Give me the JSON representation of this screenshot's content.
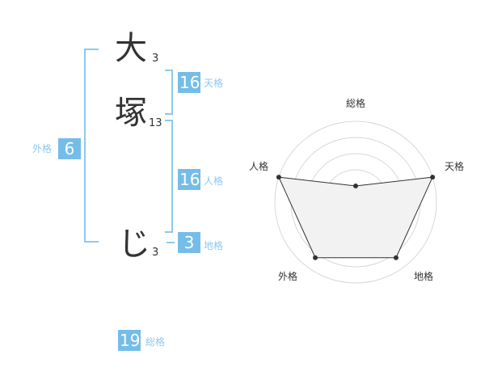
{
  "name_chars": [
    {
      "char": "大",
      "strokes": "3"
    },
    {
      "char": "塚",
      "strokes": "13"
    },
    {
      "char": "じ",
      "strokes": "3"
    }
  ],
  "kakusu": {
    "tenkaku": {
      "value": "16",
      "label": "天格"
    },
    "jinkaku": {
      "value": "16",
      "label": "人格"
    },
    "chikaku": {
      "value": "3",
      "label": "地格"
    },
    "gaikaku": {
      "value": "6",
      "label": "外格"
    },
    "soukaku": {
      "value": "19",
      "label": "総格"
    }
  },
  "colors": {
    "accent": "#75bde8",
    "bracket": "#8ec9ee",
    "text": "#333333",
    "radar_fill": "#f2f2f2",
    "radar_ring": "#d8d8d8"
  },
  "chart_data": {
    "type": "radar",
    "axes": [
      "総格",
      "天格",
      "地格",
      "外格",
      "人格"
    ],
    "series": [
      {
        "values": [
          0.2,
          1.0,
          0.85,
          0.85,
          1.0
        ]
      }
    ],
    "rings": 5,
    "range": [
      0,
      1
    ]
  }
}
